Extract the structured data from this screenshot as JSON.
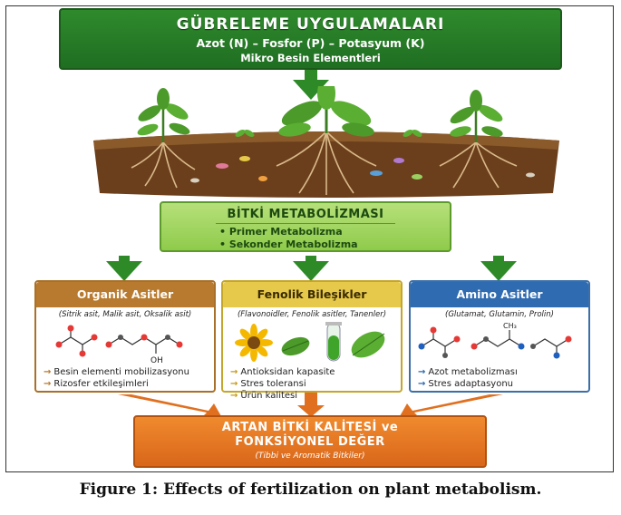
{
  "banner": {
    "title": "GÜBRELEME UYGULAMALARI",
    "line1": "Azot (N) – Fosfor (P) – Potasyum (K)",
    "line2": "Mikro Besin Elementleri"
  },
  "metabolism": {
    "title": "BİTKİ METABOLİZMASI",
    "items": [
      "• Primer Metabolizma",
      "• Sekonder Metabolizma"
    ]
  },
  "categories": [
    {
      "title": "Organik Asitler",
      "subtitle": "(Sitrik asit, Malik asit, Oksalik asit)",
      "items": [
        "Besin elementi mobilizasyonu",
        "Rizosfer etkileşimleri"
      ]
    },
    {
      "title": "Fenolik Bileşikler",
      "subtitle": "(Flavonoidler, Fenolik asitler, Tanenler)",
      "items": [
        "Antioksidan kapasite",
        "Stres toleransi",
        "Ürün kalitesi"
      ]
    },
    {
      "title": "Amino Asitler",
      "subtitle": "(Glutamat, Glutamin, Prolin)",
      "items": [
        "Azot metabolizması",
        "Stres adaptasyonu"
      ]
    }
  ],
  "molecule_labels": {
    "oh": "OH",
    "ch3": "CH₃"
  },
  "outcome": {
    "line1": "ARTAN BİTKİ KALİTESİ ve",
    "line2": "FONKSİYONEL DEĞER",
    "line3": "(Tibbi ve Aromatik Bitkiler)"
  },
  "caption": "Figure 1: Effects of fertilization on plant metabolism.",
  "colors": {
    "green_dark": "#1f6e22",
    "green_light": "#8fcb4b",
    "brown": "#b87a2e",
    "yellow": "#e6c84a",
    "blue": "#2f6bb0",
    "orange": "#e0701f"
  },
  "icons": [
    "down-arrow-icon",
    "plant-icon",
    "soil-icon",
    "molecule-icon",
    "sunflower-icon",
    "test-tube-icon",
    "leaf-icon"
  ]
}
